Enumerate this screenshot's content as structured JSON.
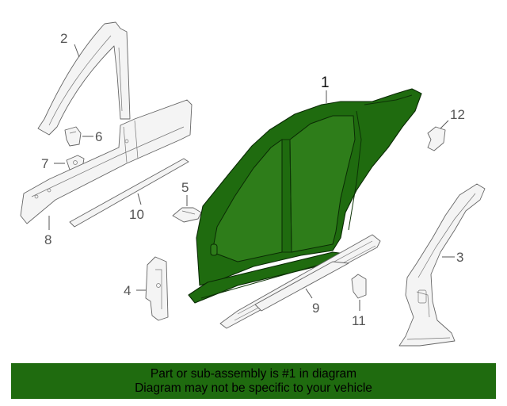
{
  "callouts": {
    "c1": "1",
    "c2": "2",
    "c3": "3",
    "c4": "4",
    "c5": "5",
    "c6": "6",
    "c7": "7",
    "c8": "8",
    "c9": "9",
    "c10": "10",
    "c11": "11",
    "c12": "12"
  },
  "highlight_color": "#1f6b0f",
  "banner": {
    "line1": "Part or sub-assembly is #1 in diagram",
    "line2": "Diagram may not be specific to your vehicle"
  },
  "icons": [
    "arrow-leader"
  ]
}
